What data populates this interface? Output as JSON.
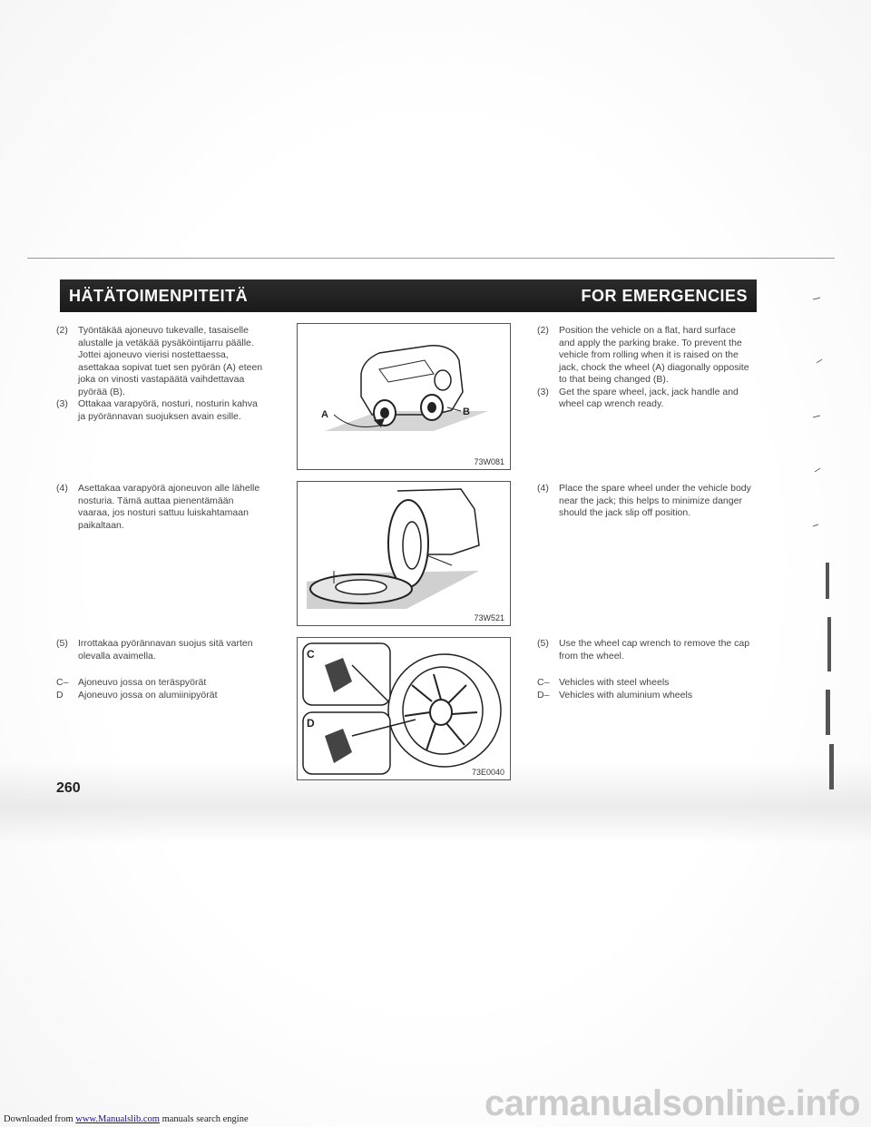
{
  "footer": {
    "prefix": "Downloaded from ",
    "link_text": "www.Manualslib.com",
    "suffix": " manuals search engine",
    "watermark": "carmanualsonline.info"
  },
  "header": {
    "left_title": "HÄTÄTOIMENPITEITÄ",
    "right_title": "FOR EMERGENCIES"
  },
  "page_number": "260",
  "finnish": {
    "step2": {
      "num": "(2)",
      "text": "Työntäkää ajoneuvo tukevalle, tasaiselle alustalle ja vetäkää pysäköintijarru päälle. Jottei ajoneuvo vierisi nostettaessa, asettakaa sopivat tuet sen pyörän (A) eteen joka on vinosti vastapäätä vaihdettavaa pyörää (B)."
    },
    "step3": {
      "num": "(3)",
      "text": "Ottakaa varapyörä, nosturi, nosturin kahva ja pyörännavan suojuksen avain esille."
    },
    "step4": {
      "num": "(4)",
      "text": "Asettakaa varapyörä ajoneuvon alle lähelle nosturia. Tämä auttaa pienentämään vaaraa, jos nosturi sattuu luiskahtamaan paikaltaan."
    },
    "step5": {
      "num": "(5)",
      "text": "Irrottakaa pyörännavan suojus sitä varten olevalla avaimella."
    },
    "noteC": {
      "key": "C–",
      "text": "Ajoneuvo jossa on teräspyörät"
    },
    "noteD": {
      "key": "D",
      "text": "Ajoneuvo jossa on alumiinipyörät"
    }
  },
  "english": {
    "step2": {
      "num": "(2)",
      "text": "Position the vehicle on a flat, hard surface and apply the parking brake. To prevent the vehicle from rolling when it is raised on the jack, chock the wheel (A) diagonally opposite to that being changed (B)."
    },
    "step3": {
      "num": "(3)",
      "text": "Get the spare wheel, jack, jack handle and wheel cap wrench ready."
    },
    "step4": {
      "num": "(4)",
      "text": "Place the spare wheel under the vehicle body near the jack; this helps to minimize danger should the jack slip off position."
    },
    "step5": {
      "num": "(5)",
      "text": "Use the wheel cap wrench to remove the cap from the wheel."
    },
    "noteC": {
      "key": "C–",
      "text": "Vehicles with steel wheels"
    },
    "noteD": {
      "key": "D–",
      "text": "Vehicles with aluminium wheels"
    }
  },
  "figures": {
    "fig1": {
      "code": "73W081",
      "label_a": "A",
      "label_b": "B"
    },
    "fig2": {
      "code": "73W521"
    },
    "fig3": {
      "code": "73E0040",
      "label_c": "C",
      "label_d": "D"
    }
  }
}
